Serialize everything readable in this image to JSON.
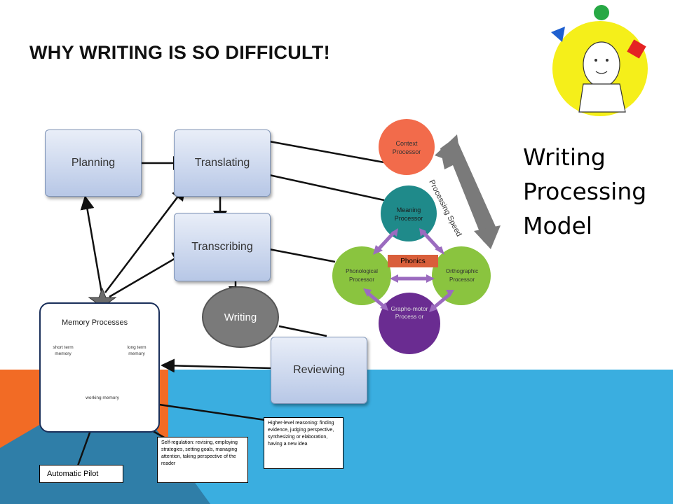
{
  "title": "WHY WRITING IS SO DIFFICULT!",
  "side_title": {
    "line1": "Writing",
    "line2": "Processing",
    "line3": "Model"
  },
  "process_boxes": {
    "planning": "Planning",
    "translating": "Translating",
    "transcribing": "Transcribing",
    "writing": "Writing",
    "reviewing": "Reviewing"
  },
  "memory": {
    "title": "Memory Processes",
    "short_term": "short term memory",
    "long_term": "long term memory",
    "working": "working memory"
  },
  "processors": {
    "context": "Context Processor",
    "meaning": "Meaning Processor",
    "phonological": "Phonological Processor",
    "orthographic": "Orthographic Processor",
    "graphomotor": "Grapho-motor Process or",
    "phonics": "Phonics",
    "speed": "Processing Speed"
  },
  "notes": {
    "self_regulation": "Self-regulation: revising, employing strategies, setting goals, managing attention, taking perspective of the reader",
    "higher_level": "Higher-level reasoning: finding evidence, judging perspective, synthesizing or elaboration, having a new idea",
    "automatic_pilot": "Automatic Pilot"
  },
  "colors": {
    "orange": "#f26b25",
    "blue": "#3aaee0",
    "context": "#f26b4b",
    "meaning": "#1f8a8a",
    "green": "#8ac43f",
    "purple": "#6a2c91",
    "arrow_purple": "#9b6bbf",
    "navy": "#0d2a5c"
  },
  "icons": {
    "mascot": "juggling-baby-icon",
    "star": "star-icon",
    "triangle": "inverted-triangle-icon"
  }
}
